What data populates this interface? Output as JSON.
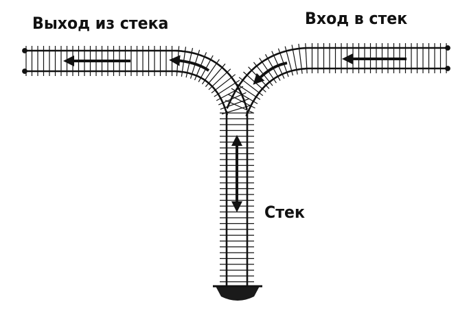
{
  "labels": {
    "exit": "Выход из стека",
    "entry": "Вход в стек",
    "stack": "Стек"
  },
  "colors": {
    "ink": "#111111",
    "background": "#ffffff"
  },
  "icons": {
    "arrow": "arrow-icon",
    "buffer_stop": "buffer-stop-icon"
  }
}
